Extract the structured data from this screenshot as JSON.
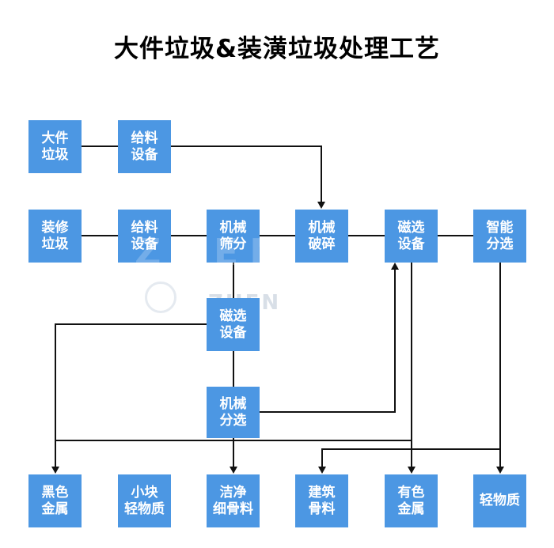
{
  "title": "大件垃圾&装潢垃圾处理工艺",
  "colors": {
    "node_fill": "#4C97E3",
    "node_text": "#FFFFFF",
    "line": "#111111",
    "title_text": "#000000",
    "background": "#FFFFFF",
    "watermark": "#9EAFC3"
  },
  "nodes": {
    "bulky_waste": "大件\n垃圾",
    "feeder_top": "给料\n设备",
    "renovation_waste": "装修\n垃圾",
    "feeder_bottom": "给料\n设备",
    "mechanical_screening": "机械\n筛分",
    "mechanical_crushing": "机械\n破碎",
    "magnetic_separation_main": "磁选\n设备",
    "smart_sorting": "智能\n分选",
    "magnetic_separation_mid": "磁选\n设备",
    "mechanical_sorting": "机械\n分选",
    "ferrous_metal": "黑色\n金属",
    "small_light_material": "小块\n轻物质",
    "clean_fine_aggregate": "洁净\n细骨料",
    "construction_aggregate": "建筑\n骨料",
    "nonferrous_metal": "有色\n金属",
    "light_material": "轻物质"
  },
  "edges": [
    {
      "from": "大件垃圾",
      "to": "给料设备(上)",
      "arrow": false
    },
    {
      "from": "给料设备(上)",
      "to": "机械破碎",
      "arrow": true
    },
    {
      "from": "装修垃圾",
      "to": "给料设备(下)",
      "arrow": false
    },
    {
      "from": "给料设备(下)",
      "to": "机械筛分",
      "arrow": false
    },
    {
      "from": "机械筛分",
      "to": "机械破碎",
      "arrow": false
    },
    {
      "from": "机械破碎",
      "to": "磁选设备",
      "arrow": false
    },
    {
      "from": "磁选设备",
      "to": "智能分选",
      "arrow": false
    },
    {
      "from": "机械筛分",
      "to": "磁选设备(中)",
      "arrow": false
    },
    {
      "from": "磁选设备(中)",
      "to": "机械分选",
      "arrow": false
    },
    {
      "from": "磁选设备(中)",
      "to": "黑色金属",
      "arrow": true
    },
    {
      "from": "磁选设备",
      "to": "黑色金属",
      "arrow": true
    },
    {
      "from": "机械分选",
      "to": "磁选设备",
      "arrow": true
    },
    {
      "from": "机械分选",
      "to": "洁净细骨料",
      "arrow": true
    },
    {
      "from": "磁选设备",
      "to": "有色金属",
      "arrow": true
    },
    {
      "from": "智能分选",
      "to": "建筑骨料",
      "arrow": true
    },
    {
      "from": "智能分选",
      "to": "有色金属",
      "arrow": true
    },
    {
      "from": "智能分选",
      "to": "轻物质",
      "arrow": true
    }
  ],
  "watermark": {
    "band_text": "ZHEN",
    "gray_text": "ZHEN"
  }
}
